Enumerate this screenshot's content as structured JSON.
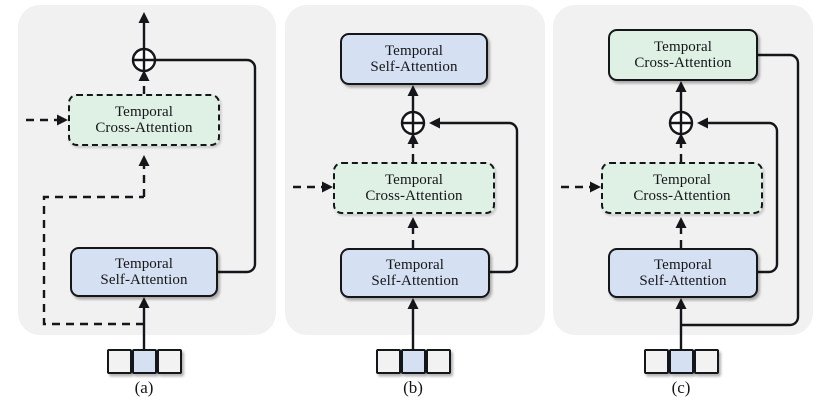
{
  "figure": {
    "type": "diagram",
    "description": "Three temporal attention block variants (a), (b), (c)",
    "colors": {
      "panel_background": "#f1f1f1",
      "self_attention_fill": "#d5e0f2",
      "cross_attention_fill": "#dff0e4",
      "token_gray_fill": "#f2f2f2",
      "token_blue_fill": "#d5e0f2",
      "stroke": "#15161a",
      "page_background": "#ffffff"
    }
  },
  "labels": {
    "temporal_self_attention_line1": "Temporal",
    "temporal_self_attention_line2": "Self-Attention",
    "temporal_cross_attention_line1": "Temporal",
    "temporal_cross_attention_line2": "Cross-Attention",
    "plus_symbol": "⊕"
  },
  "panels": [
    {
      "id": "a",
      "caption": "(a)",
      "blocks": [
        {
          "name": "temporal-cross-attention",
          "style": "dashed",
          "fill": "green",
          "line1": "Temporal",
          "line2": "Cross-Attention"
        },
        {
          "name": "temporal-self-attention",
          "style": "solid",
          "fill": "blue",
          "line1": "Temporal",
          "line2": "Self-Attention"
        }
      ],
      "adders": 1,
      "tokens": [
        "gray",
        "blue",
        "gray"
      ]
    },
    {
      "id": "b",
      "caption": "(b)",
      "blocks": [
        {
          "name": "temporal-self-attention-top",
          "style": "solid",
          "fill": "blue",
          "line1": "Temporal",
          "line2": "Self-Attention"
        },
        {
          "name": "temporal-cross-attention",
          "style": "dashed",
          "fill": "green",
          "line1": "Temporal",
          "line2": "Cross-Attention"
        },
        {
          "name": "temporal-self-attention-bottom",
          "style": "solid",
          "fill": "blue",
          "line1": "Temporal",
          "line2": "Self-Attention"
        }
      ],
      "adders": 1,
      "tokens": [
        "gray",
        "blue",
        "gray"
      ]
    },
    {
      "id": "c",
      "caption": "(c)",
      "blocks": [
        {
          "name": "temporal-cross-attention-top",
          "style": "solid",
          "fill": "green",
          "line1": "Temporal",
          "line2": "Cross-Attention"
        },
        {
          "name": "temporal-cross-attention-middle",
          "style": "dashed",
          "fill": "green",
          "line1": "Temporal",
          "line2": "Cross-Attention"
        },
        {
          "name": "temporal-self-attention",
          "style": "solid",
          "fill": "blue",
          "line1": "Temporal",
          "line2": "Self-Attention"
        }
      ],
      "adders": 1,
      "tokens": [
        "gray",
        "blue",
        "gray"
      ]
    }
  ]
}
